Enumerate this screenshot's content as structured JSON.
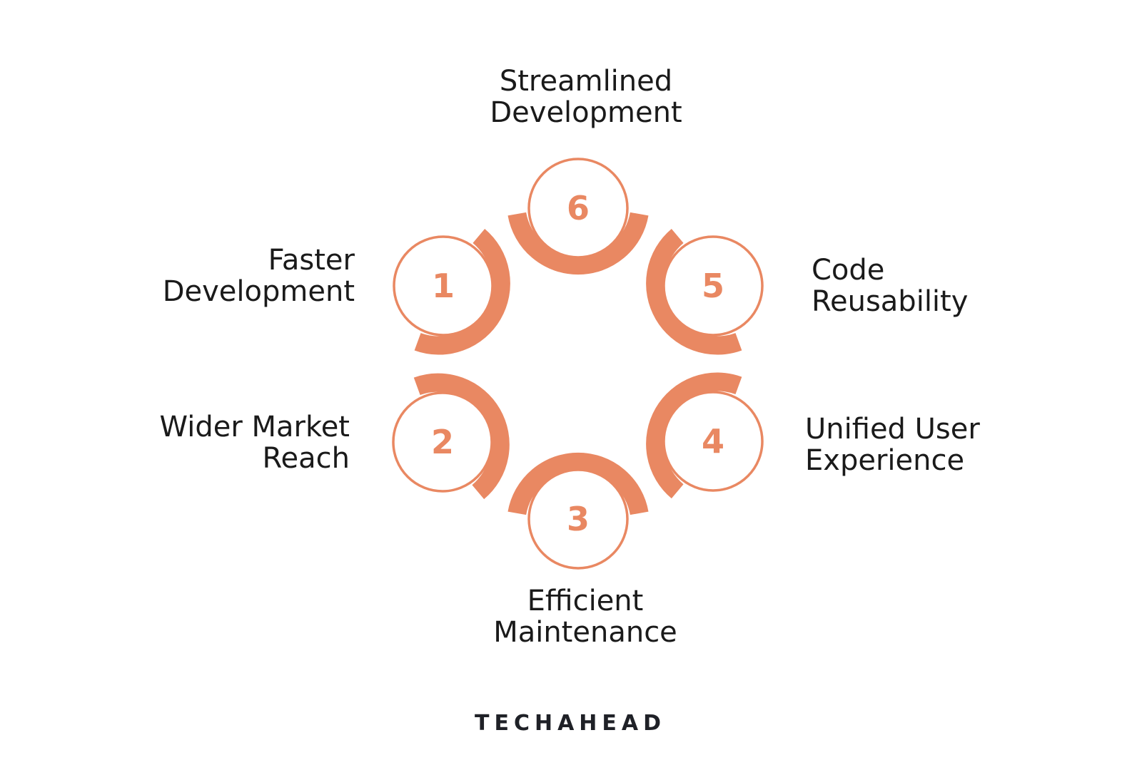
{
  "accent_color": "#E98862",
  "text_color": "#1A1A1A",
  "background_color": "#FFFFFF",
  "diagram": {
    "description": "six-step cycle of cross-platform development benefits",
    "nodes": [
      {
        "number": "1",
        "label": "Faster\nDevelopment",
        "position": "upper-left"
      },
      {
        "number": "2",
        "label": "Wider Market\nReach",
        "position": "lower-left"
      },
      {
        "number": "3",
        "label": "Efficient\nMaintenance",
        "position": "bottom"
      },
      {
        "number": "4",
        "label": "Unified User\nExperience",
        "position": "lower-right"
      },
      {
        "number": "5",
        "label": "Code\nReusability",
        "position": "upper-right"
      },
      {
        "number": "6",
        "label": "Streamlined\nDevelopment",
        "position": "top"
      }
    ]
  },
  "logo": {
    "text": "TECHAHEAD",
    "color": "#1F2127"
  }
}
